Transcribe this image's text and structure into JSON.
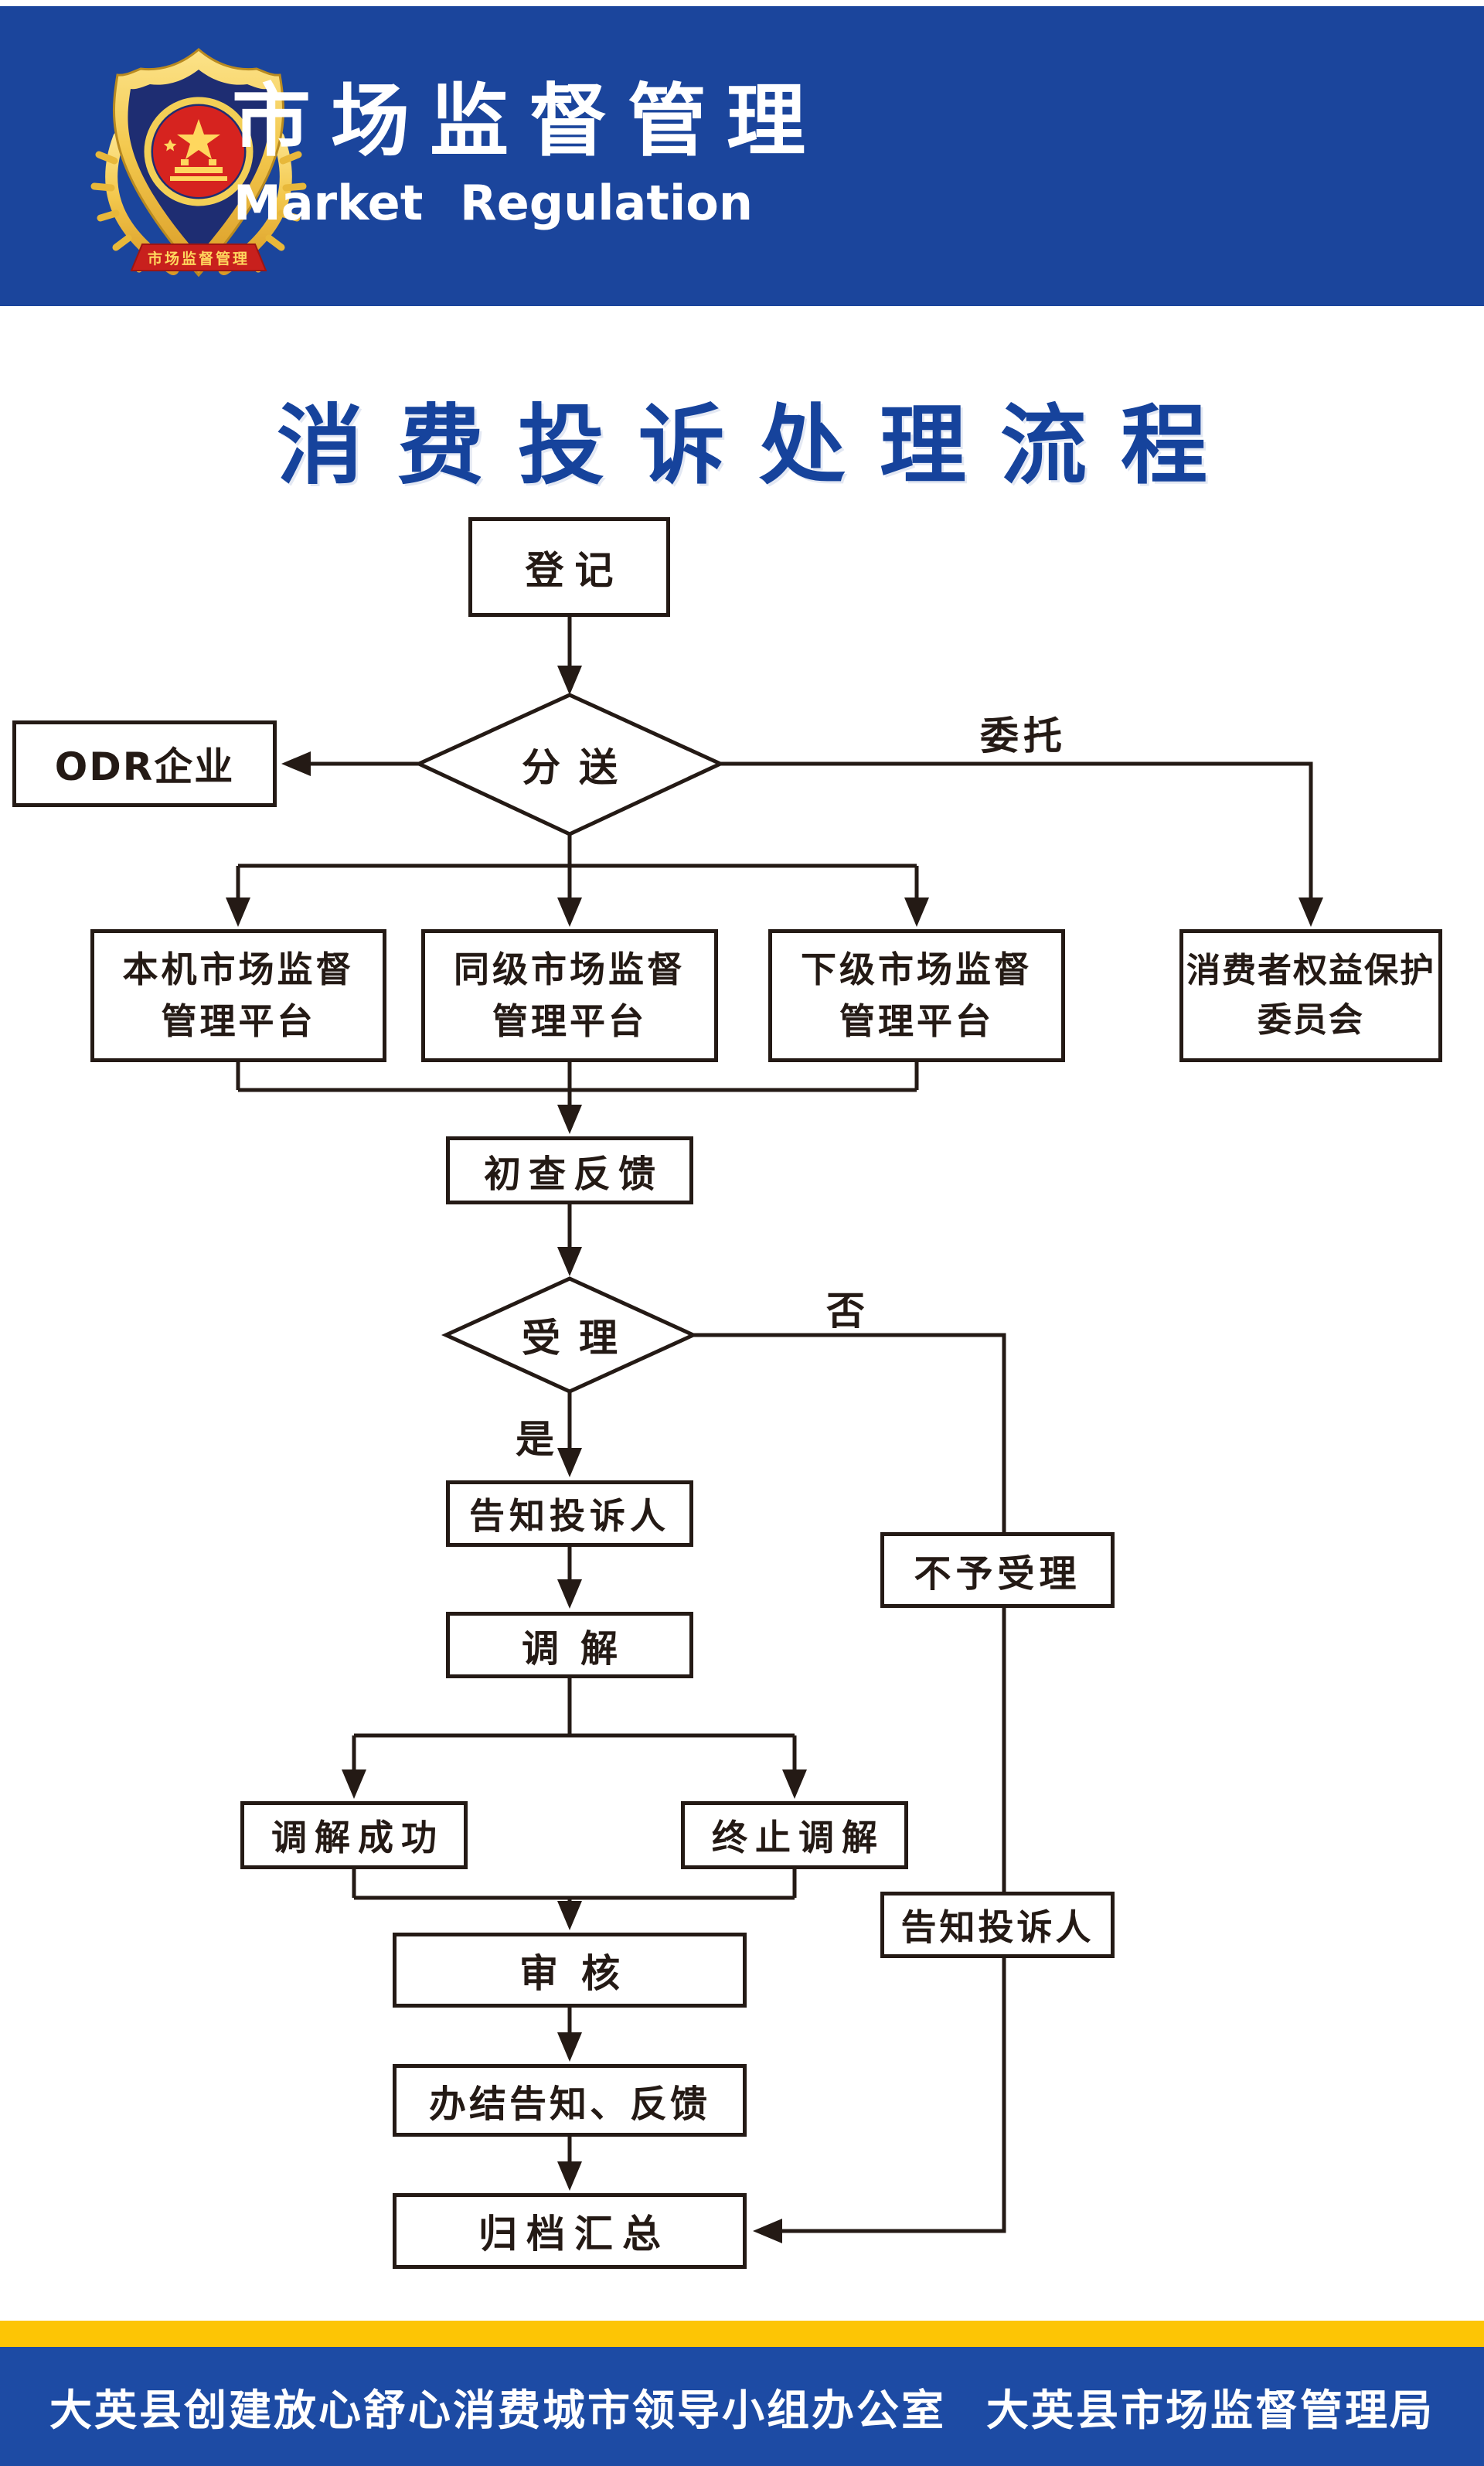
{
  "colors": {
    "header_blue": "#1b459c",
    "footer_blue": "#1d4ba4",
    "stripe_yellow": "#fdc505",
    "title_blue": "#16439c",
    "ink": "#241a15",
    "badge_gold": "#f3c84d",
    "badge_red": "#d6231f",
    "badge_navy": "#1e2d72"
  },
  "header": {
    "title_zh": "市场监督管理",
    "title_en": "Market Regulation",
    "badge_ribbon": "市场监督管理"
  },
  "page_title": "消费投诉处理流程",
  "flowchart": {
    "nodes": {
      "dengji": "登记",
      "fensong": "分送",
      "odr": "ODR企业",
      "p1": "本机市场监督\n管理平台",
      "p2": "同级市场监督\n管理平台",
      "p3": "下级市场监督\n管理平台",
      "p4": "消费者权益保护\n委员会",
      "chucha": "初查反馈",
      "shouli": "受理",
      "gaozhi1": "告知投诉人",
      "tiaojie": "调解",
      "tjcg": "调解成功",
      "zzti": "终止调解",
      "shenhe": "审核",
      "banjie": "办结告知、反馈",
      "guidang": "归档汇总",
      "buyu": "不予受理",
      "gaozhi2": "告知投诉人"
    },
    "edge_labels": {
      "weituo": "委托",
      "fou": "否",
      "shi": "是"
    }
  },
  "footer": {
    "office": "大英县创建放心舒心消费城市领导小组办公室",
    "bureau": "大英县市场监督管理局"
  }
}
